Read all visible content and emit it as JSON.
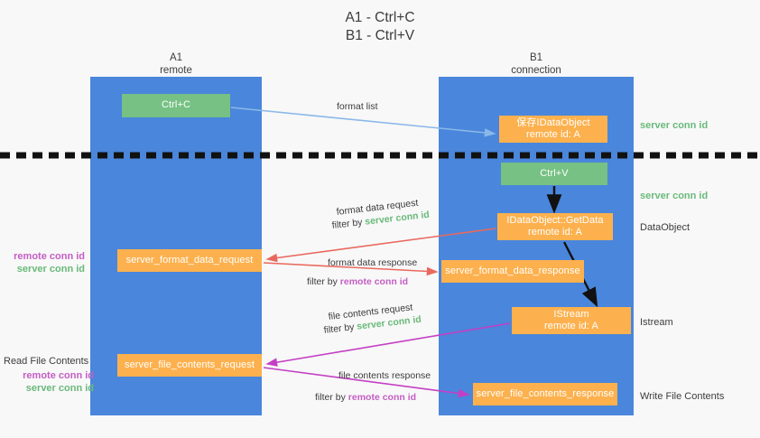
{
  "title": {
    "line1": "A1 - Ctrl+C",
    "line2": "B1 - Ctrl+V"
  },
  "columns": {
    "a1": {
      "name": "A1",
      "role": "remote"
    },
    "b1": {
      "name": "B1",
      "role": "connection"
    }
  },
  "boxes": {
    "ctrl_c": {
      "label": "Ctrl+C"
    },
    "ctrl_v": {
      "label": "Ctrl+V"
    },
    "save_data_object": {
      "line1": "保存IDataObject",
      "line2": "remote id: A"
    },
    "get_data": {
      "line1": "IDataObject::GetData",
      "line2": "remote id: A"
    },
    "istream": {
      "line1": "IStream",
      "line2": "remote id: A"
    },
    "server_format_data_request": {
      "label": "server_format_data_request"
    },
    "server_format_data_response": {
      "label": "server_format_data_response"
    },
    "server_file_contents_request": {
      "label": "server_file_contents_request"
    },
    "server_file_contents_response": {
      "label": "server_file_contents_response"
    }
  },
  "arrow_labels": {
    "format_list": "format list",
    "format_data_request": "format data request",
    "format_data_request_filter_prefix": "filter by ",
    "format_data_request_filter_token": "server conn id",
    "format_data_response": "format data response",
    "format_data_response_filter_prefix": "filter by ",
    "format_data_response_filter_token": "remote conn id",
    "file_contents_request": "file contents request",
    "file_contents_request_filter_prefix": "filter by ",
    "file_contents_request_filter_token": "server conn id",
    "file_contents_response": "file contents response",
    "file_contents_response_filter_prefix": "filter by ",
    "file_contents_response_filter_token": "remote conn id"
  },
  "side_notes": {
    "right": {
      "server_conn_id_top": "server conn id",
      "server_conn_id_mid": "server conn id",
      "data_object": "DataObject",
      "istream": "Istream",
      "write_file_contents": "Write File Contents"
    },
    "left": {
      "read_file_contents": "Read File Contents",
      "remote_conn_id_1": "remote conn id",
      "server_conn_id_1": "server conn id",
      "remote_conn_id_2": "remote conn id",
      "server_conn_id_2": "server conn id"
    }
  },
  "colors": {
    "lane": "#4a86db",
    "box_green": "#76c183",
    "box_orange": "#fcb14e",
    "server_conn_id": "#6aba7a",
    "remote_conn_id": "#c45ec4",
    "arrow_blue": "#8ab8e8",
    "arrow_red": "#e9695e",
    "arrow_magenta": "#c43fc4",
    "arrow_black": "#111111",
    "background": "#f8f8f8"
  }
}
